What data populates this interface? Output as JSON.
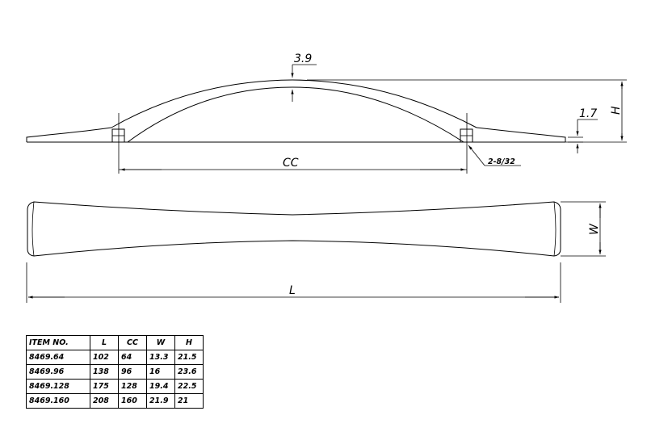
{
  "dimensions": {
    "arch_thickness": "3.9",
    "base_thickness": "1.7",
    "center_to_center": "CC",
    "height": "H",
    "width": "W",
    "length": "L",
    "screw_spec": "2-8/32"
  },
  "table": {
    "headers": [
      "ITEM NO.",
      "L",
      "CC",
      "W",
      "H"
    ],
    "rows": [
      [
        "8469.64",
        "102",
        "64",
        "13.3",
        "21.5"
      ],
      [
        "8469.96",
        "138",
        "96",
        "16",
        "23.6"
      ],
      [
        "8469.128",
        "175",
        "128",
        "19.4",
        "22.5"
      ],
      [
        "8469.160",
        "208",
        "160",
        "21.9",
        "21"
      ]
    ]
  }
}
